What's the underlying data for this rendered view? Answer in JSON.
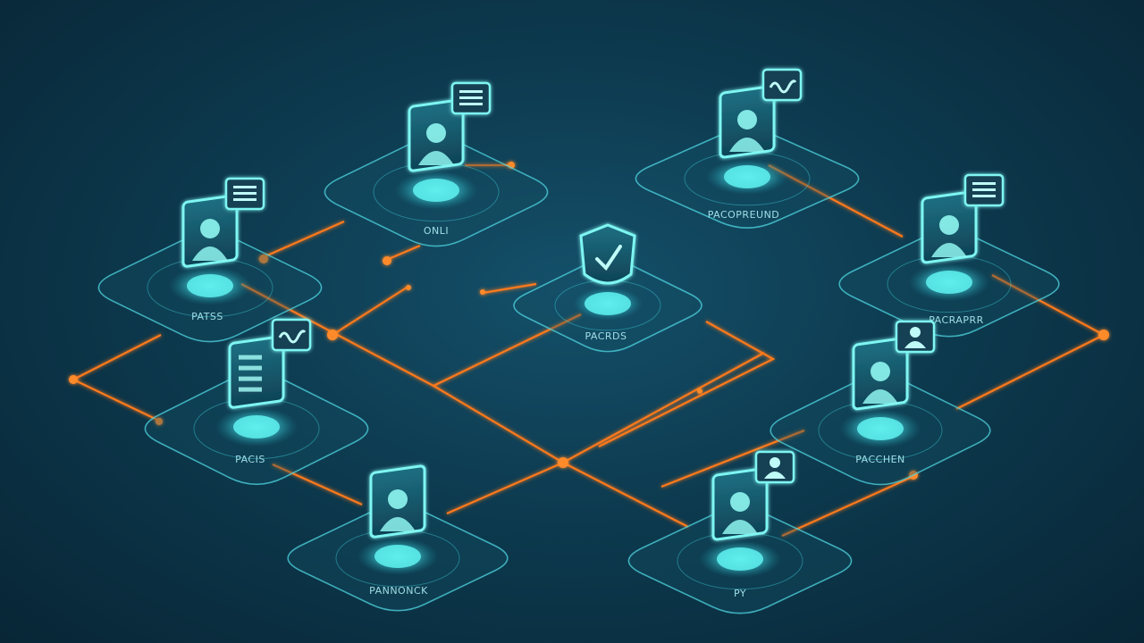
{
  "colors": {
    "background": "#0d3a4f",
    "platform_stroke": "#4fd6e0",
    "glow": "#5ff2f0",
    "connector": "#ff7a1a"
  },
  "nodes": [
    {
      "id": "n1",
      "label": "ONLI",
      "icon": "person-screen-icon",
      "badge": "chat-bubble-lines-icon"
    },
    {
      "id": "n2",
      "label": "PACOPREUND",
      "icon": "person-screen-icon",
      "badge": "chat-bubble-squiggle-icon"
    },
    {
      "id": "n3",
      "label": "PATSS",
      "icon": "person-screen-icon",
      "badge": "chat-bubble-lines-icon"
    },
    {
      "id": "n4",
      "label": "PACRDS",
      "icon": "shield-icon",
      "badge": ""
    },
    {
      "id": "n5",
      "label": "PACRAPRR",
      "icon": "person-screen-icon",
      "badge": "chat-bubble-lines-icon"
    },
    {
      "id": "n6",
      "label": "PACIS",
      "icon": "document-screen-icon",
      "badge": "chat-bubble-squiggle-icon"
    },
    {
      "id": "n7",
      "label": "PACCHEN",
      "icon": "person-screen-icon",
      "badge": "chat-bubble-people-icon"
    },
    {
      "id": "n8",
      "label": "PANNONCK",
      "icon": "person-screen-icon",
      "badge": ""
    },
    {
      "id": "n9",
      "label": "PY",
      "icon": "person-screen-icon",
      "badge": "chat-bubble-people-icon"
    }
  ]
}
